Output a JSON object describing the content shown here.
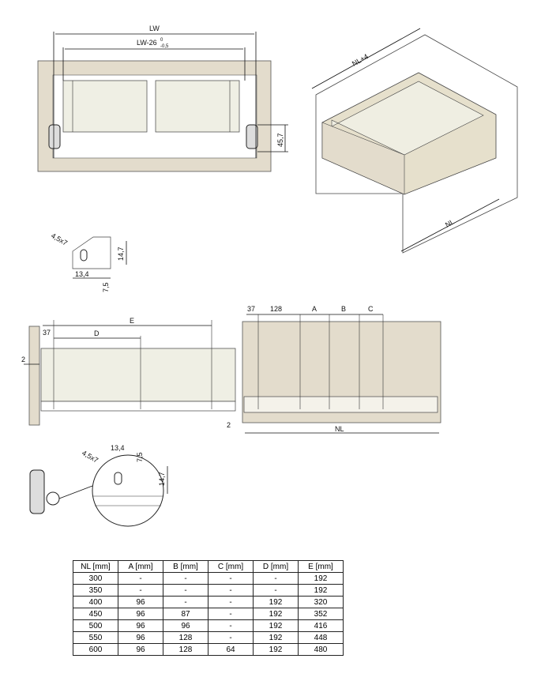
{
  "front_view": {
    "lw": "LW",
    "lw_inner": "LW-26",
    "tol_upper": "0",
    "tol_lower": "-0,5",
    "height": "45,7"
  },
  "iso_view": {
    "depth_top": "NL+4",
    "depth": "NL"
  },
  "hole_detail": {
    "slot": "4,5x7",
    "height": "14,7",
    "offset_x": "13,4",
    "offset_y": "7,5"
  },
  "side_drawer": {
    "d37": "37",
    "e": "E",
    "d": "D",
    "gap": "2"
  },
  "side_cabinet": {
    "d37": "37",
    "d128": "128",
    "a": "A",
    "b": "B",
    "c": "C",
    "gap": "2",
    "nl": "NL"
  },
  "circle_detail": {
    "offset_x": "13,4",
    "offset_y": "7,5",
    "slot": "4,5x7",
    "height": "14,7"
  },
  "table": {
    "headers": [
      "NL [mm]",
      "A [mm]",
      "B [mm]",
      "C [mm]",
      "D [mm]",
      "E [mm]"
    ],
    "rows": [
      [
        "300",
        "-",
        "-",
        "-",
        "-",
        "192"
      ],
      [
        "350",
        "-",
        "-",
        "-",
        "-",
        "192"
      ],
      [
        "400",
        "96",
        "-",
        "-",
        "192",
        "320"
      ],
      [
        "450",
        "96",
        "87",
        "-",
        "192",
        "352"
      ],
      [
        "500",
        "96",
        "96",
        "-",
        "192",
        "416"
      ],
      [
        "550",
        "96",
        "128",
        "-",
        "192",
        "448"
      ],
      [
        "600",
        "96",
        "128",
        "64",
        "192",
        "480"
      ]
    ]
  }
}
